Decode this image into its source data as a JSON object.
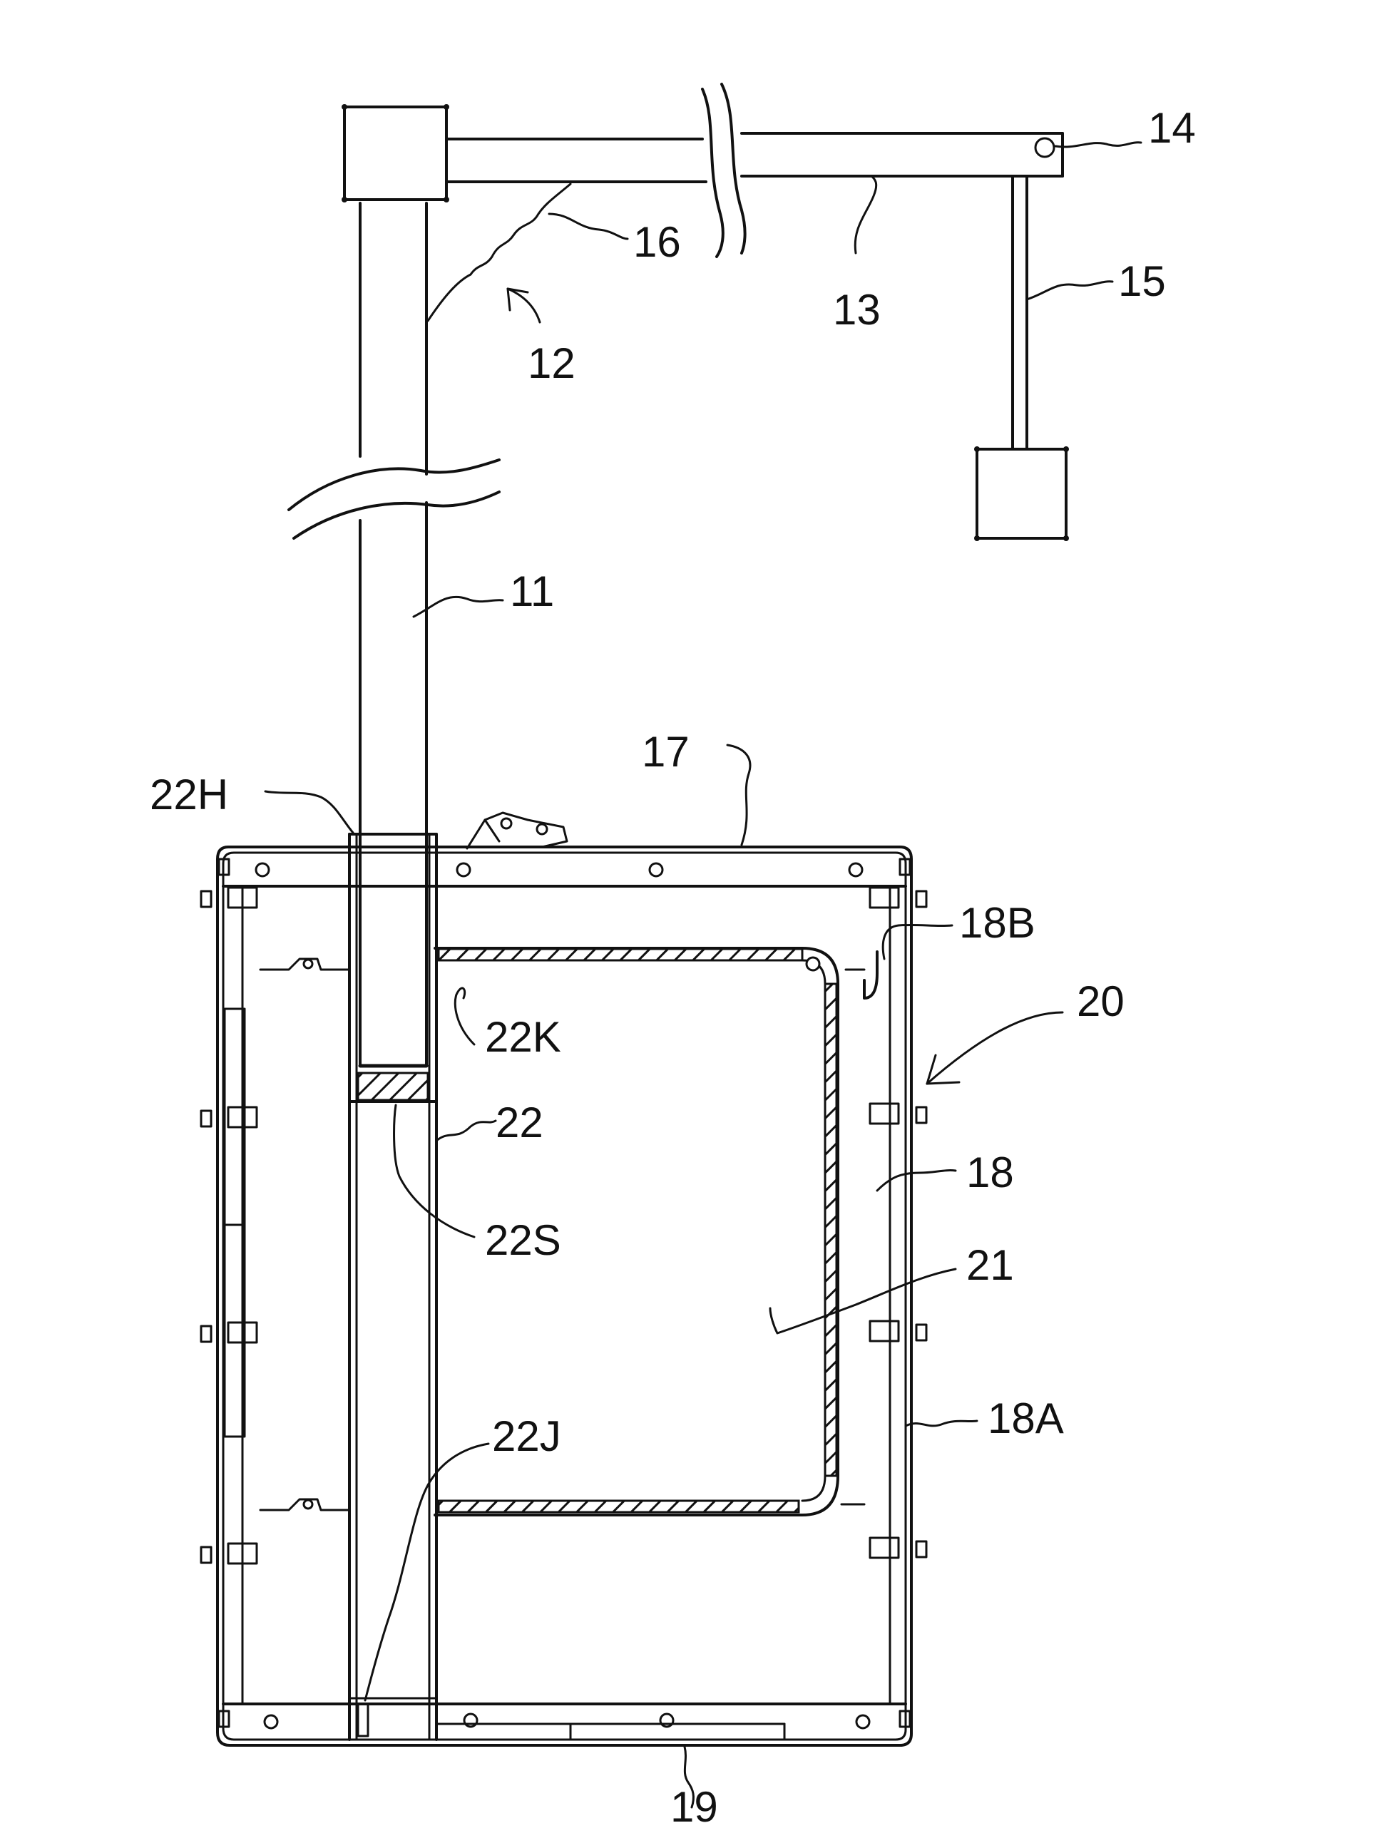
{
  "figure": {
    "labels": {
      "l11": "11",
      "l12": "12",
      "l13": "13",
      "l14": "14",
      "l15": "15",
      "l16": "16",
      "l17": "17",
      "l18": "18",
      "l18A": "18A",
      "l18B": "18B",
      "l19": "19",
      "l20": "20",
      "l21": "21",
      "l22": "22",
      "l22H": "22H",
      "l22J": "22J",
      "l22K": "22K",
      "l22S": "22S"
    },
    "colors": {
      "ink": "#111111",
      "paper": "#ffffff"
    }
  }
}
